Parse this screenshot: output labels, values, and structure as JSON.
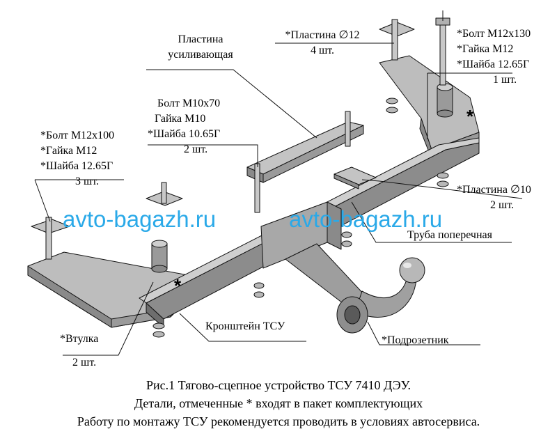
{
  "labels": {
    "plate_reinf_l1": "Пластина",
    "plate_reinf_l2": "усиливающая",
    "plate12_l1": "*Пластина ∅12",
    "plate12_l2": "4 шт.",
    "bolt130_l1": "*Болт М12х130",
    "bolt130_l2": "*Гайка М12",
    "bolt130_l3": "*Шайба 12.65Г",
    "bolt130_l4": "1 шт.",
    "bolt70_l1": "Болт М10х70",
    "bolt70_l2": "Гайка М10",
    "bolt70_l3": "*Шайба 10.65Г",
    "bolt70_l4": "2 шт.",
    "bolt100_l1": "*Болт М12х100",
    "bolt100_l2": "*Гайка М12",
    "bolt100_l3": "*Шайба 12.65Г",
    "bolt100_l4": "3 шт.",
    "plate10_l1": "*Пластина ∅10",
    "plate10_l2": "2 шт.",
    "tube": "Труба поперечная",
    "bracket": "Кронштейн ТСУ",
    "sleeve_l1": "*Втулка",
    "sleeve_l2": "2 шт.",
    "socket": "*Подрозетник",
    "star": "*"
  },
  "watermark": "avto-bagazh.ru",
  "caption": {
    "line1": "Рис.1 Тягово-сцепное устройство ТСУ 7410 ДЭУ.",
    "line2": "Детали, отмеченные * входят в пакет комплектующих",
    "line3": "Работу по монтажу ТСУ рекомендуется проводить в условиях автосервиса."
  },
  "colors": {
    "metal": "#b4b4b4",
    "metal_dark": "#7c7c7c",
    "metal_light": "#d6d6d6",
    "watermark": "#2aa9e8"
  }
}
